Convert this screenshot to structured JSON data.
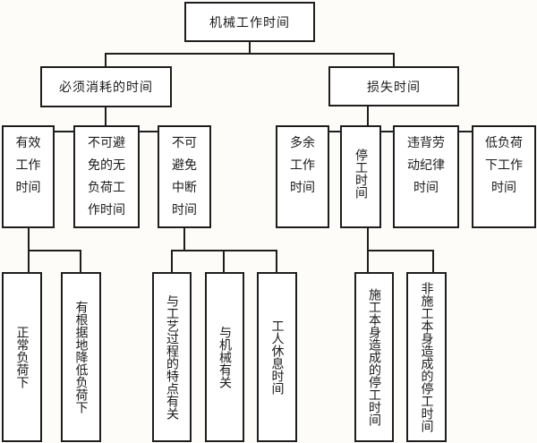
{
  "root": {
    "label": "机械工作时间"
  },
  "categories": [
    {
      "label": "必须消耗的时间",
      "children": [
        {
          "label": "有效工作时间",
          "lines": [
            "有效",
            "工作",
            "时间"
          ],
          "children": [
            {
              "label": "正常负荷下"
            },
            {
              "label": "有根据地降低负荷下"
            }
          ]
        },
        {
          "label": "不可避免的无负荷工作时间",
          "lines": [
            "不可避",
            "免的无",
            "负荷工",
            "作时间"
          ]
        },
        {
          "label": "不可避免中断时间",
          "lines": [
            "不可",
            "避免",
            "中断",
            "时间"
          ],
          "children": [
            {
              "label": "与工艺过程的特点有关"
            },
            {
              "label": "与机械有关"
            },
            {
              "label": "工人休息时间"
            }
          ]
        }
      ]
    },
    {
      "label": "损失时间",
      "children": [
        {
          "label": "多余工作时间",
          "lines": [
            "多余",
            "工作",
            "时间"
          ]
        },
        {
          "label": "停工时间",
          "children": [
            {
              "label": "施工本身造成的停工时间"
            },
            {
              "label": "非施工本身造成的停工时间"
            }
          ]
        },
        {
          "label": "违背劳动纪律时间",
          "lines": [
            "违背劳",
            "动纪律",
            "时间"
          ]
        },
        {
          "label": "低负荷下工作时间",
          "lines": [
            "低负荷",
            "下工作",
            "时间"
          ]
        }
      ]
    }
  ]
}
